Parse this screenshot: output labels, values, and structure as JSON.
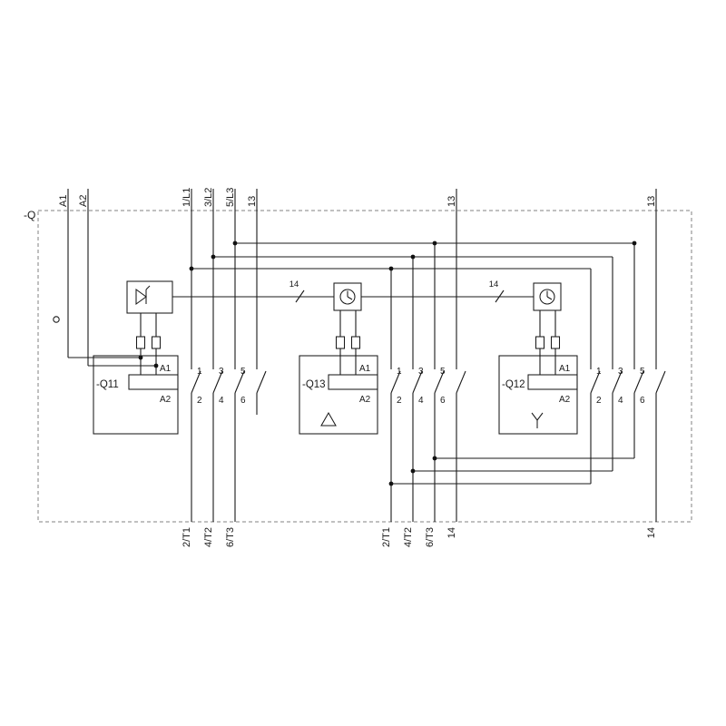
{
  "diagram": {
    "label": "-Q",
    "top_terminals": [
      "A1",
      "A2",
      "1/L1",
      "3/L2",
      "5/L3",
      "13",
      "13",
      "13"
    ],
    "bottom_terminals": [
      "2/T1",
      "4/T2",
      "6/T3",
      "2/T1",
      "4/T2",
      "6/T3",
      "14",
      "14"
    ],
    "wire_markers": [
      "14",
      "14"
    ],
    "colors": {
      "line": "#1a1a1a",
      "boundary": "#808080",
      "background": "#ffffff"
    },
    "contactors": [
      {
        "name": "-Q11",
        "coil_a1": "A1",
        "coil_a2": "A2",
        "poles_top": [
          "1",
          "3",
          "5"
        ],
        "poles_bottom": [
          "2",
          "4",
          "6"
        ],
        "accessory": "surge-suppressor-icon"
      },
      {
        "name": "-Q13",
        "coil_a1": "A1",
        "coil_a2": "A2",
        "poles_top": [
          "1",
          "3",
          "5"
        ],
        "poles_bottom": [
          "2",
          "4",
          "6"
        ],
        "accessory": "timer-clock-icon",
        "winding": "delta-icon"
      },
      {
        "name": "-Q12",
        "coil_a1": "A1",
        "coil_a2": "A2",
        "poles_top": [
          "1",
          "3",
          "5"
        ],
        "poles_bottom": [
          "2",
          "4",
          "6"
        ],
        "accessory": "timer-clock-icon",
        "winding": "star-icon"
      }
    ]
  }
}
